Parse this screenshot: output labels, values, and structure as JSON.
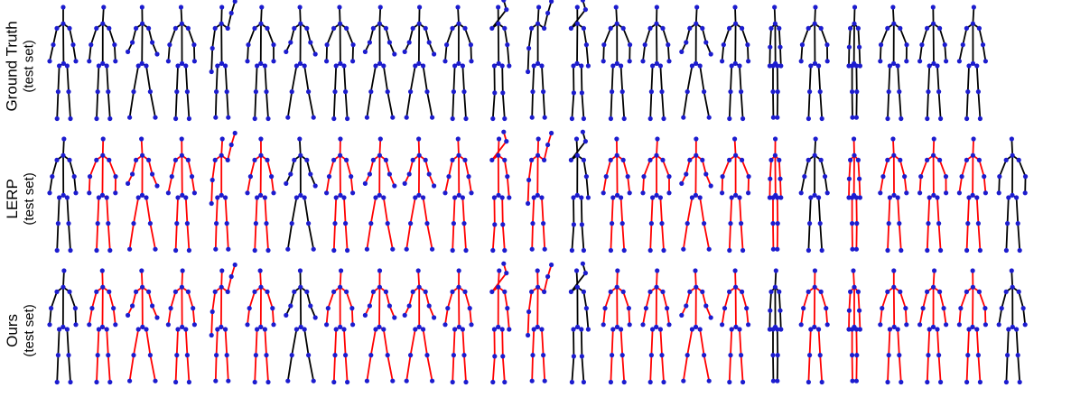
{
  "rows": [
    {
      "title": "Ground Truth",
      "subtitle": "(test set)",
      "skeleton_colors": [
        "black",
        "black",
        "black",
        "black",
        "black",
        "black",
        "black",
        "black",
        "black",
        "black",
        "black",
        "black",
        "black",
        "black",
        "black",
        "black",
        "black",
        "black",
        "black",
        "black",
        "black",
        "black",
        "black",
        "black"
      ]
    },
    {
      "title": "LERP",
      "subtitle": "(test set)",
      "skeleton_colors": [
        "black",
        "red",
        "red",
        "red",
        "red",
        "red",
        "black",
        "red",
        "red",
        "red",
        "red",
        "red",
        "red",
        "black",
        "red",
        "red",
        "red",
        "red",
        "red",
        "black",
        "red",
        "red",
        "red",
        "red",
        "black"
      ]
    },
    {
      "title": "Ours",
      "subtitle": "(test set)",
      "skeleton_colors": [
        "black",
        "red",
        "red",
        "red",
        "red",
        "red",
        "black",
        "red",
        "red",
        "red",
        "red",
        "red",
        "red",
        "black",
        "red",
        "red",
        "red",
        "red",
        "black",
        "red",
        "red",
        "red",
        "red",
        "red",
        "black"
      ]
    }
  ],
  "colors": {
    "black": "#000000",
    "red": "#ff0000",
    "joint": "#1c1ccf"
  },
  "poses": [
    "stand",
    "stand",
    "wide",
    "stand",
    "armup",
    "stand",
    "wide",
    "stand",
    "wide",
    "wide",
    "stand",
    "reach",
    "armup",
    "reach",
    "stand",
    "stand",
    "wide",
    "stand",
    "narrow",
    "stand",
    "narrow",
    "stand",
    "stand",
    "stand",
    "stand"
  ]
}
